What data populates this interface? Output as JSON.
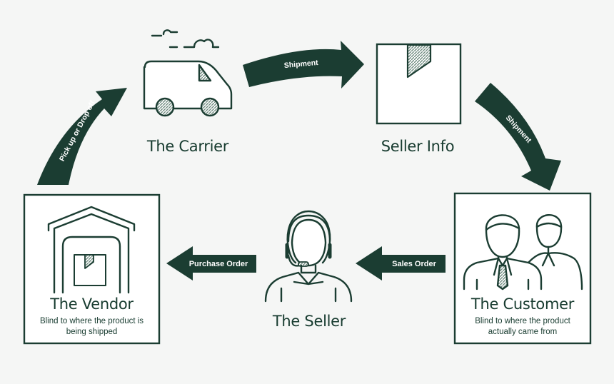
{
  "colors": {
    "primary": "#1b3d32",
    "background": "#f5f6f5",
    "hatch": "#6f8b80"
  },
  "nodes": {
    "carrier": {
      "label": "The Carrier",
      "icon": "van-icon"
    },
    "seller_info": {
      "label": "Seller Info",
      "icon": "box-icon"
    },
    "customer": {
      "label": "The Customer",
      "desc_line1": "Blind to where the product",
      "desc_line2": "actually came from",
      "icon": "customers-icon"
    },
    "seller": {
      "label": "The Seller",
      "icon": "headset-agent-icon"
    },
    "vendor": {
      "label": "The Vendor",
      "desc_line1": "Blind to where the product is",
      "desc_line2": "being shipped",
      "icon": "warehouse-icon"
    }
  },
  "arrows": {
    "pickup": "Pick up or Drop off",
    "shipment_top": "Shipment",
    "shipment_right": "Shipment",
    "sales_order": "Sales Order",
    "purchase_order": "Purchase Order"
  }
}
